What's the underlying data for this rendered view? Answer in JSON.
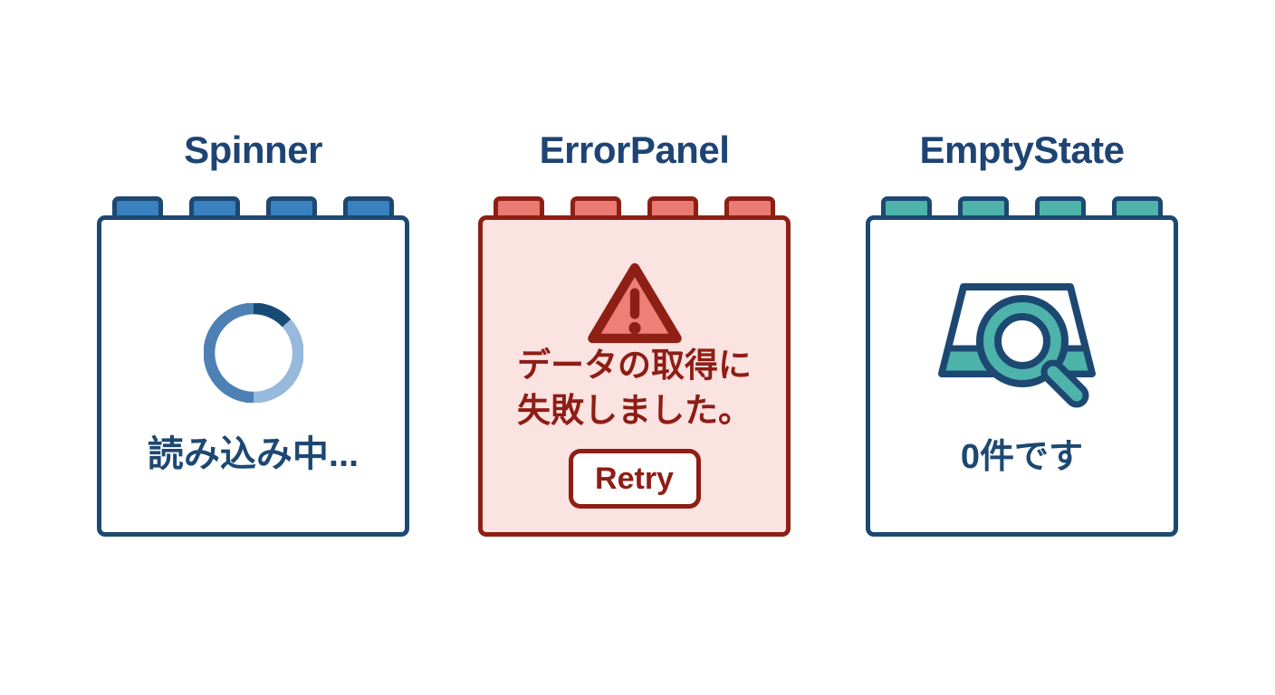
{
  "colors": {
    "title_navy": "#1e4474",
    "navy_border": "#1d4872",
    "blue_stud": "#3a81c0",
    "spinner_arc_dark": "#174a77",
    "spinner_arc_medium": "#4d80b4",
    "spinner_arc_light": "#96b9dc",
    "red_border": "#8e1f14",
    "red_stud": "#e97b72",
    "error_panel_bg": "#fbe3e1",
    "warning_triangle_fill": "#ee7f77",
    "error_text": "#8e1d15",
    "teal": "#4db3ab",
    "panel_bg": "#ffffff"
  },
  "components": {
    "spinner": {
      "title": "Spinner",
      "loading_label": "読み込み中...",
      "icon": "loading-spinner-ring"
    },
    "error_panel": {
      "title": "ErrorPanel",
      "icon": "warning-triangle",
      "message_line1": "データの取得に",
      "message_line2": "失敗しました。",
      "retry_label": "Retry"
    },
    "empty_state": {
      "title": "EmptyState",
      "icon": "empty-tray-magnifier",
      "count_label": "0件です"
    }
  }
}
